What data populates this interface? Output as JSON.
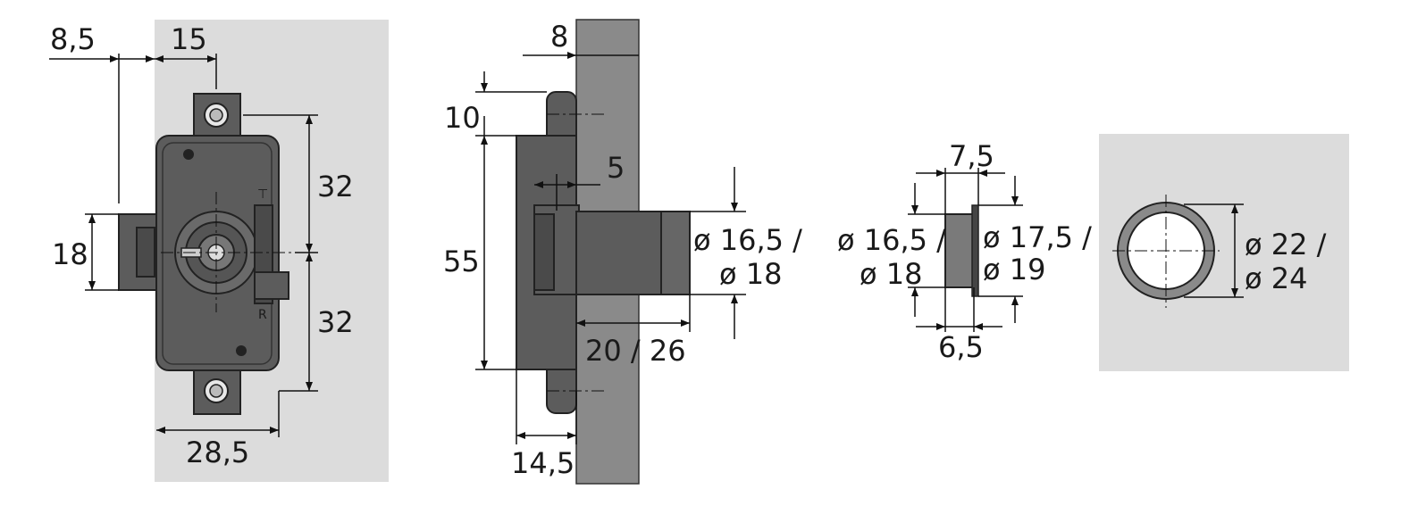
{
  "dimensions": {
    "front": {
      "d_8_5": "8,5",
      "d_15": "15",
      "d_18": "18",
      "d_32_top": "32",
      "d_32_bottom": "32",
      "d_28_5": "28,5",
      "mark_top": "⊤",
      "mark_r": "R"
    },
    "side": {
      "d_8": "8",
      "d_10": "10",
      "d_5": "5",
      "d_55": "55",
      "d_20_26": "20 / 26",
      "d_14_5": "14,5",
      "dia_a": "ø 16,5 /",
      "dia_b": "ø 18"
    },
    "bushing": {
      "d_7_5": "7,5",
      "d_6_5": "6,5",
      "inner_a": "ø 16,5 /",
      "inner_b": "ø 18",
      "outer_a": "ø 17,5 /",
      "outer_b": "ø 19"
    },
    "hole": {
      "dia_a": "ø 22 /",
      "dia_b": "ø 24"
    }
  },
  "colors": {
    "panel": "#dcdcdc",
    "lock_body": "#5c5c5c",
    "lock_dark": "#4a4a4a",
    "board": "#8a8a8a"
  }
}
